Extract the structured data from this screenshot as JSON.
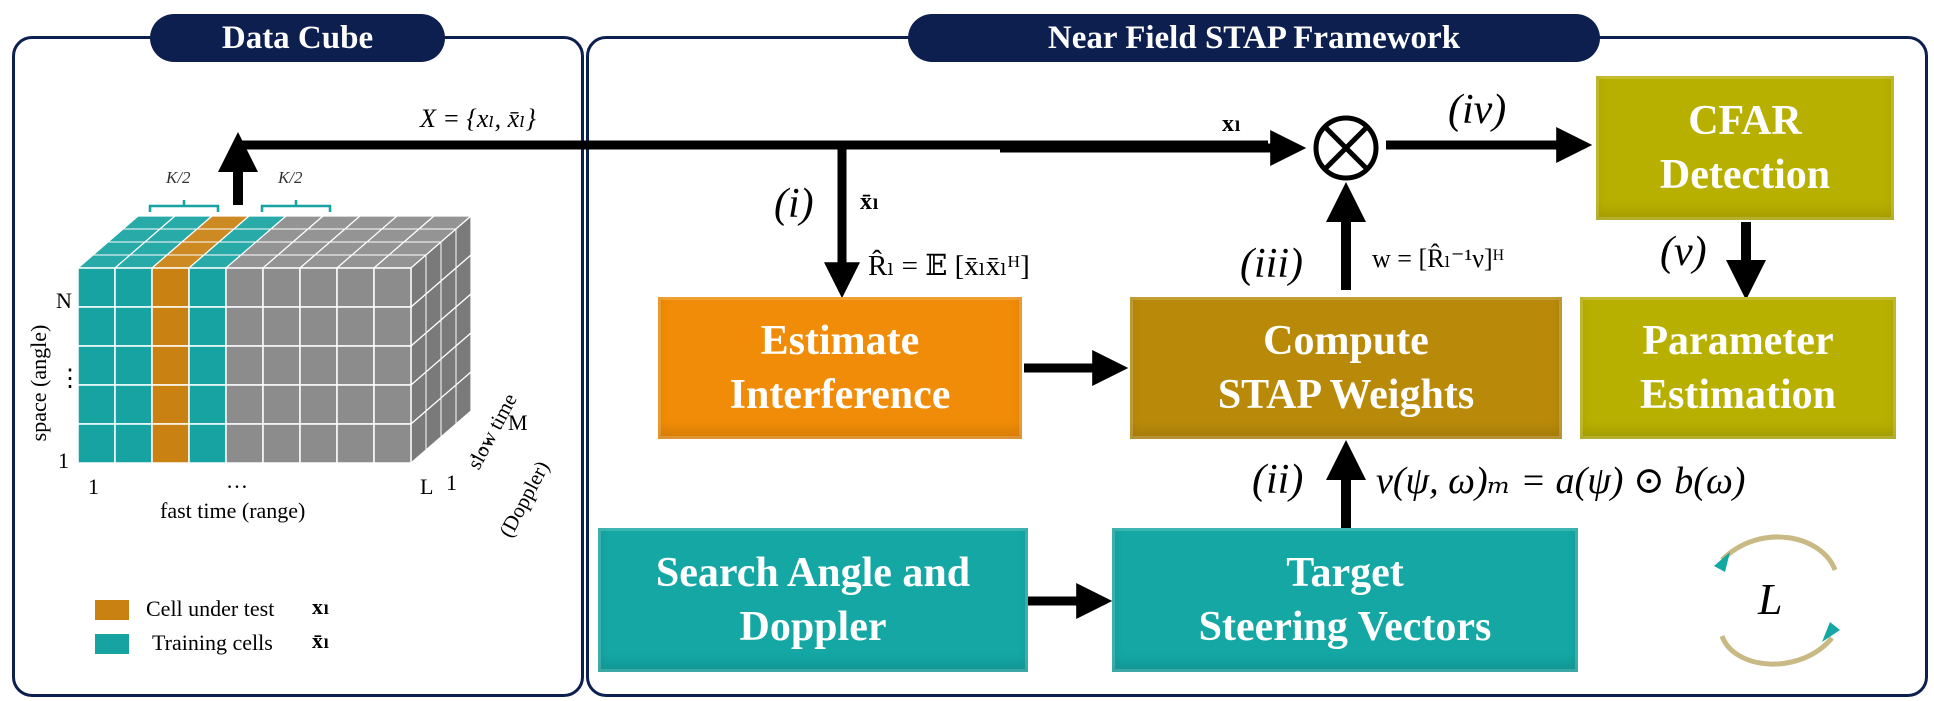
{
  "panels": {
    "data_cube": {
      "title": "Data Cube"
    },
    "framework": {
      "title": "Near Field STAP Framework"
    }
  },
  "blocks": {
    "estimate_interference": "Estimate\nInterference",
    "compute_weights": "Compute\nSTAP Weights",
    "cfar_detection": "CFAR\nDetection",
    "parameter_estimation": "Parameter\nEstimation",
    "search_angle_doppler": "Search Angle and\nDoppler",
    "target_steering": "Target\nSteering Vectors"
  },
  "math_labels": {
    "data_set": "X = {xₗ, x̄ₗ}",
    "xl": "xₗ",
    "xbar_l": "x̄ₗ",
    "covariance": "R̂ₗ = 𝔼 [x̄ₗx̄ₗᴴ]",
    "weights": "w = [R̂ₗ⁻¹ν]ᴴ",
    "steering": "ν(ψ, ω)ₘ = a(ψ) ⊙ b(ω)",
    "loop_L": "L"
  },
  "step_labels": {
    "i": "(i)",
    "ii": "(ii)",
    "iii": "(iii)",
    "iv": "(iv)",
    "v": "(v)"
  },
  "cube_labels": {
    "k_half_left": "K/2",
    "k_half_right": "K/2",
    "N": "N",
    "dots_v": "⋮",
    "one_space": "1",
    "space_axis": "space (angle)",
    "one_fast": "1",
    "dots_h": "…",
    "L": "L",
    "fast_axis": "fast time (range)",
    "one_slow": "1",
    "dots_slow": "⋰",
    "M": "M",
    "slow_axis_1": "slow time",
    "slow_axis_2": "(Doppler)"
  },
  "legend": {
    "cut_label": "Cell under test",
    "cut_symbol": "xₗ",
    "train_label": "Training cells",
    "train_symbol": "x̄ₗ",
    "cut_color": "#c98111",
    "train_color": "#16a3a1"
  },
  "colors": {
    "navy": "#0d1f4f",
    "orange": "#f08c07",
    "olive": "#b8b000",
    "gold": "#b98a0a",
    "teal": "#14a7a4",
    "gray_cell": "#8c8c8c"
  }
}
